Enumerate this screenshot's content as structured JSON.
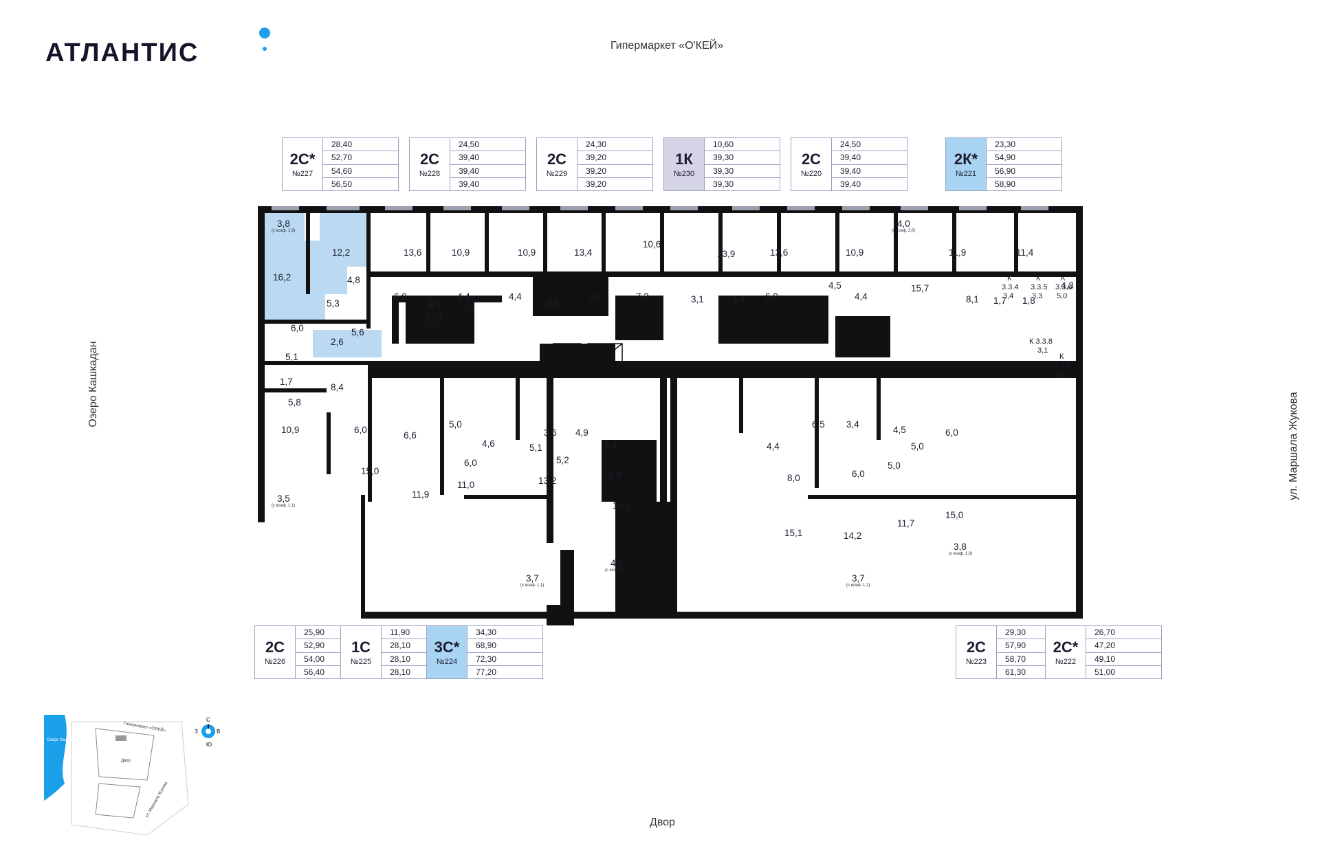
{
  "brand": {
    "logo": "АТЛАНТИС"
  },
  "streets": {
    "top": "Гипермаркет «О'КЕЙ»",
    "bottom": "Двор",
    "left": "Озеро Кашкадан",
    "right": "ул. Маршала Жукова"
  },
  "colors": {
    "lavender": "#dfe3f6",
    "gray": "#d4d4e6",
    "blue": "#a9d3f2",
    "accent": "#1aa0e8",
    "wall": "#111111",
    "highlight": "#bcd9f2"
  },
  "cards": [
    {
      "type": "2С*",
      "num": "№227",
      "areas": [
        "28,40",
        "52,70",
        "54,60",
        "56,50"
      ],
      "color": "lavender"
    },
    {
      "type": "2С",
      "num": "№228",
      "areas": [
        "24,50",
        "39,40",
        "39,40",
        "39,40"
      ],
      "color": "lavender"
    },
    {
      "type": "2С",
      "num": "№229",
      "areas": [
        "24,30",
        "39,20",
        "39,20",
        "39,20"
      ],
      "color": "lavender"
    },
    {
      "type": "1К",
      "num": "№230",
      "areas": [
        "10,60",
        "39,30",
        "39,30",
        "39,30"
      ],
      "color": "gray"
    },
    {
      "type": "2С",
      "num": "№220",
      "areas": [
        "24,50",
        "39,40",
        "39,40",
        "39,40"
      ],
      "color": "lavender"
    },
    {
      "type": "2К*",
      "num": "№221",
      "areas": [
        "23,30",
        "54,90",
        "56,90",
        "58,90"
      ],
      "color": "blue"
    },
    {
      "type": "2С",
      "num": "№226",
      "areas": [
        "25,90",
        "52,90",
        "54,00",
        "56,40"
      ],
      "color": "lavender"
    },
    {
      "type": "1С",
      "num": "№225",
      "areas": [
        "11,90",
        "28,10",
        "28,10",
        "28,10"
      ],
      "color": "lavender"
    },
    {
      "type": "3С*",
      "num": "№224",
      "areas": [
        "34,30",
        "68,90",
        "72,30",
        "77,20"
      ],
      "color": "blue"
    },
    {
      "type": "2С",
      "num": "№223",
      "areas": [
        "29,30",
        "57,90",
        "58,70",
        "61,30"
      ],
      "color": "lavender"
    },
    {
      "type": "2С*",
      "num": "№222",
      "areas": [
        "26,70",
        "47,20",
        "49,10",
        "51,00"
      ],
      "color": "lavender"
    }
  ],
  "rooms": [
    "3,8",
    "16,2",
    "12,2",
    "4,8",
    "5,3",
    "6,0",
    "2,6",
    "5,6",
    "5,1",
    "1,7",
    "8,4",
    "5,8",
    "10,9",
    "6,0",
    "15,0",
    "3,5",
    "13,6",
    "6,0",
    "4,5",
    "10,9",
    "4,4",
    "10,9",
    "4,4",
    "4,5",
    "13,4",
    "6,0",
    "10,6",
    "7,3",
    "13,9",
    "3,1",
    "4,4",
    "13,6",
    "6,0",
    "4,5",
    "10,9",
    "4,4",
    "4,0",
    "15,7",
    "11,9",
    "11,4",
    "8,1",
    "1,7",
    "1,8",
    "4,3",
    "6,6",
    "11,9",
    "5,0",
    "4,6",
    "5,1",
    "3,6",
    "4,9",
    "3,8",
    "6,0",
    "11,0",
    "5,2",
    "13,2",
    "6,0",
    "10,1",
    "3,7",
    "4,6",
    "6,5",
    "3,4",
    "4,5",
    "6,0",
    "4,4",
    "8,0",
    "6,0",
    "5,0",
    "5,0",
    "15,1",
    "14,2",
    "11,7",
    "15,0",
    "3,8",
    "3,7"
  ],
  "storage": [
    {
      "line1": "К",
      "line2": "3.3.1",
      "area": "4,0"
    },
    {
      "line1": "К 3.3.2",
      "line2": "",
      "area": "4,4"
    },
    {
      "line1": "К",
      "line2": "3.3.4",
      "area": "3,4"
    },
    {
      "line1": "К",
      "line2": "3.3.5",
      "area": "3,3"
    },
    {
      "line1": "К",
      "line2": "3.3.6",
      "area": "5,0"
    },
    {
      "line1": "К 3.3.8",
      "line2": "",
      "area": "3,1"
    },
    {
      "line1": "К",
      "line2": "3.3.9",
      "area": "4,1"
    }
  ],
  "notes": {
    "k19": "(с коэф. 1,9)",
    "k11": "(с коэф. 1,1)",
    "k20": "(с коэф. 2,0)",
    "k10": "(с коэф. 1,0)",
    "k23": "(с коэф. 2,3)"
  },
  "minimap": {
    "lake": "Озеро Кашкадан",
    "market": "Гипермаркет «О'КЕЙ»",
    "yard": "Двор",
    "street": "ул. Маршала Жукова"
  },
  "compass": {
    "n": "С",
    "s": "Ю",
    "w": "З",
    "e": "В"
  }
}
